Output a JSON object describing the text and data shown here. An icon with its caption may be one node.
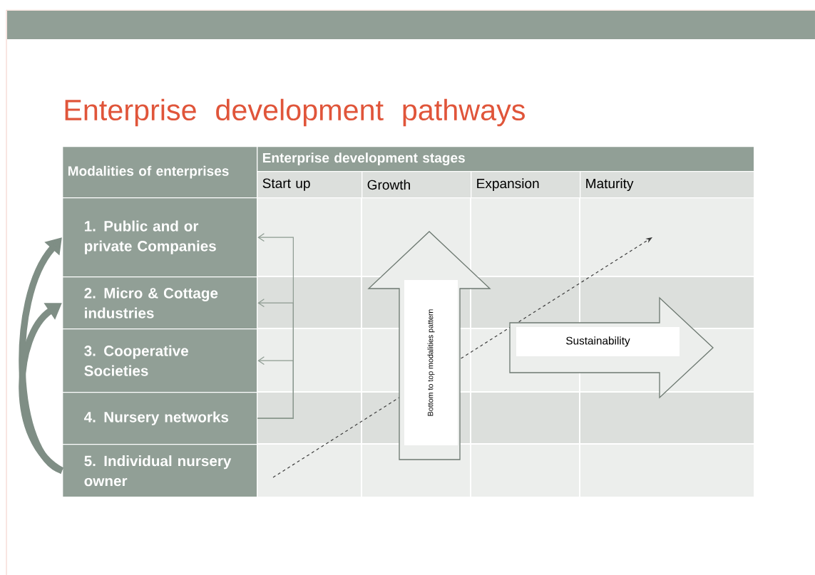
{
  "diagram": {
    "title": "Enterprise development pathways",
    "nodes": [
      {
        "text": [
          "Modalities of enterprises"
        ]
      },
      {
        "text": [
          "Enterprise development stages"
        ]
      },
      {
        "text": [
          "Start up"
        ]
      },
      {
        "text": [
          "Growth"
        ]
      },
      {
        "text": [
          "Expansion"
        ]
      },
      {
        "text": [
          "Maturity"
        ]
      },
      {
        "text": [
          "1. Public and or private Companies"
        ]
      },
      {
        "text": [
          "2. Micro & Cottage industries"
        ]
      },
      {
        "text": [
          "3. Cooperative Societies"
        ]
      },
      {
        "text": [
          "4. Nursery networks"
        ]
      },
      {
        "text": [
          "5. Individual nursery owner"
        ]
      },
      {
        "text": [
          "Bottom to top modalities pattern"
        ]
      },
      {
        "text": [
          "Sustainability"
        ]
      }
    ],
    "edges": [
      {
        "from": 9,
        "to": 6,
        "arrow": "to"
      },
      {
        "from": 9,
        "to": 7,
        "arrow": "to"
      },
      {
        "from": 9,
        "to": 8,
        "arrow": "to"
      },
      {
        "from": 10,
        "to": 6,
        "arrow": "to",
        "style": "thick",
        "color": "#7f8e85"
      },
      {
        "from": 10,
        "to": 7,
        "arrow": "to",
        "style": "thick",
        "color": "#7f8e85"
      }
    ]
  }
}
